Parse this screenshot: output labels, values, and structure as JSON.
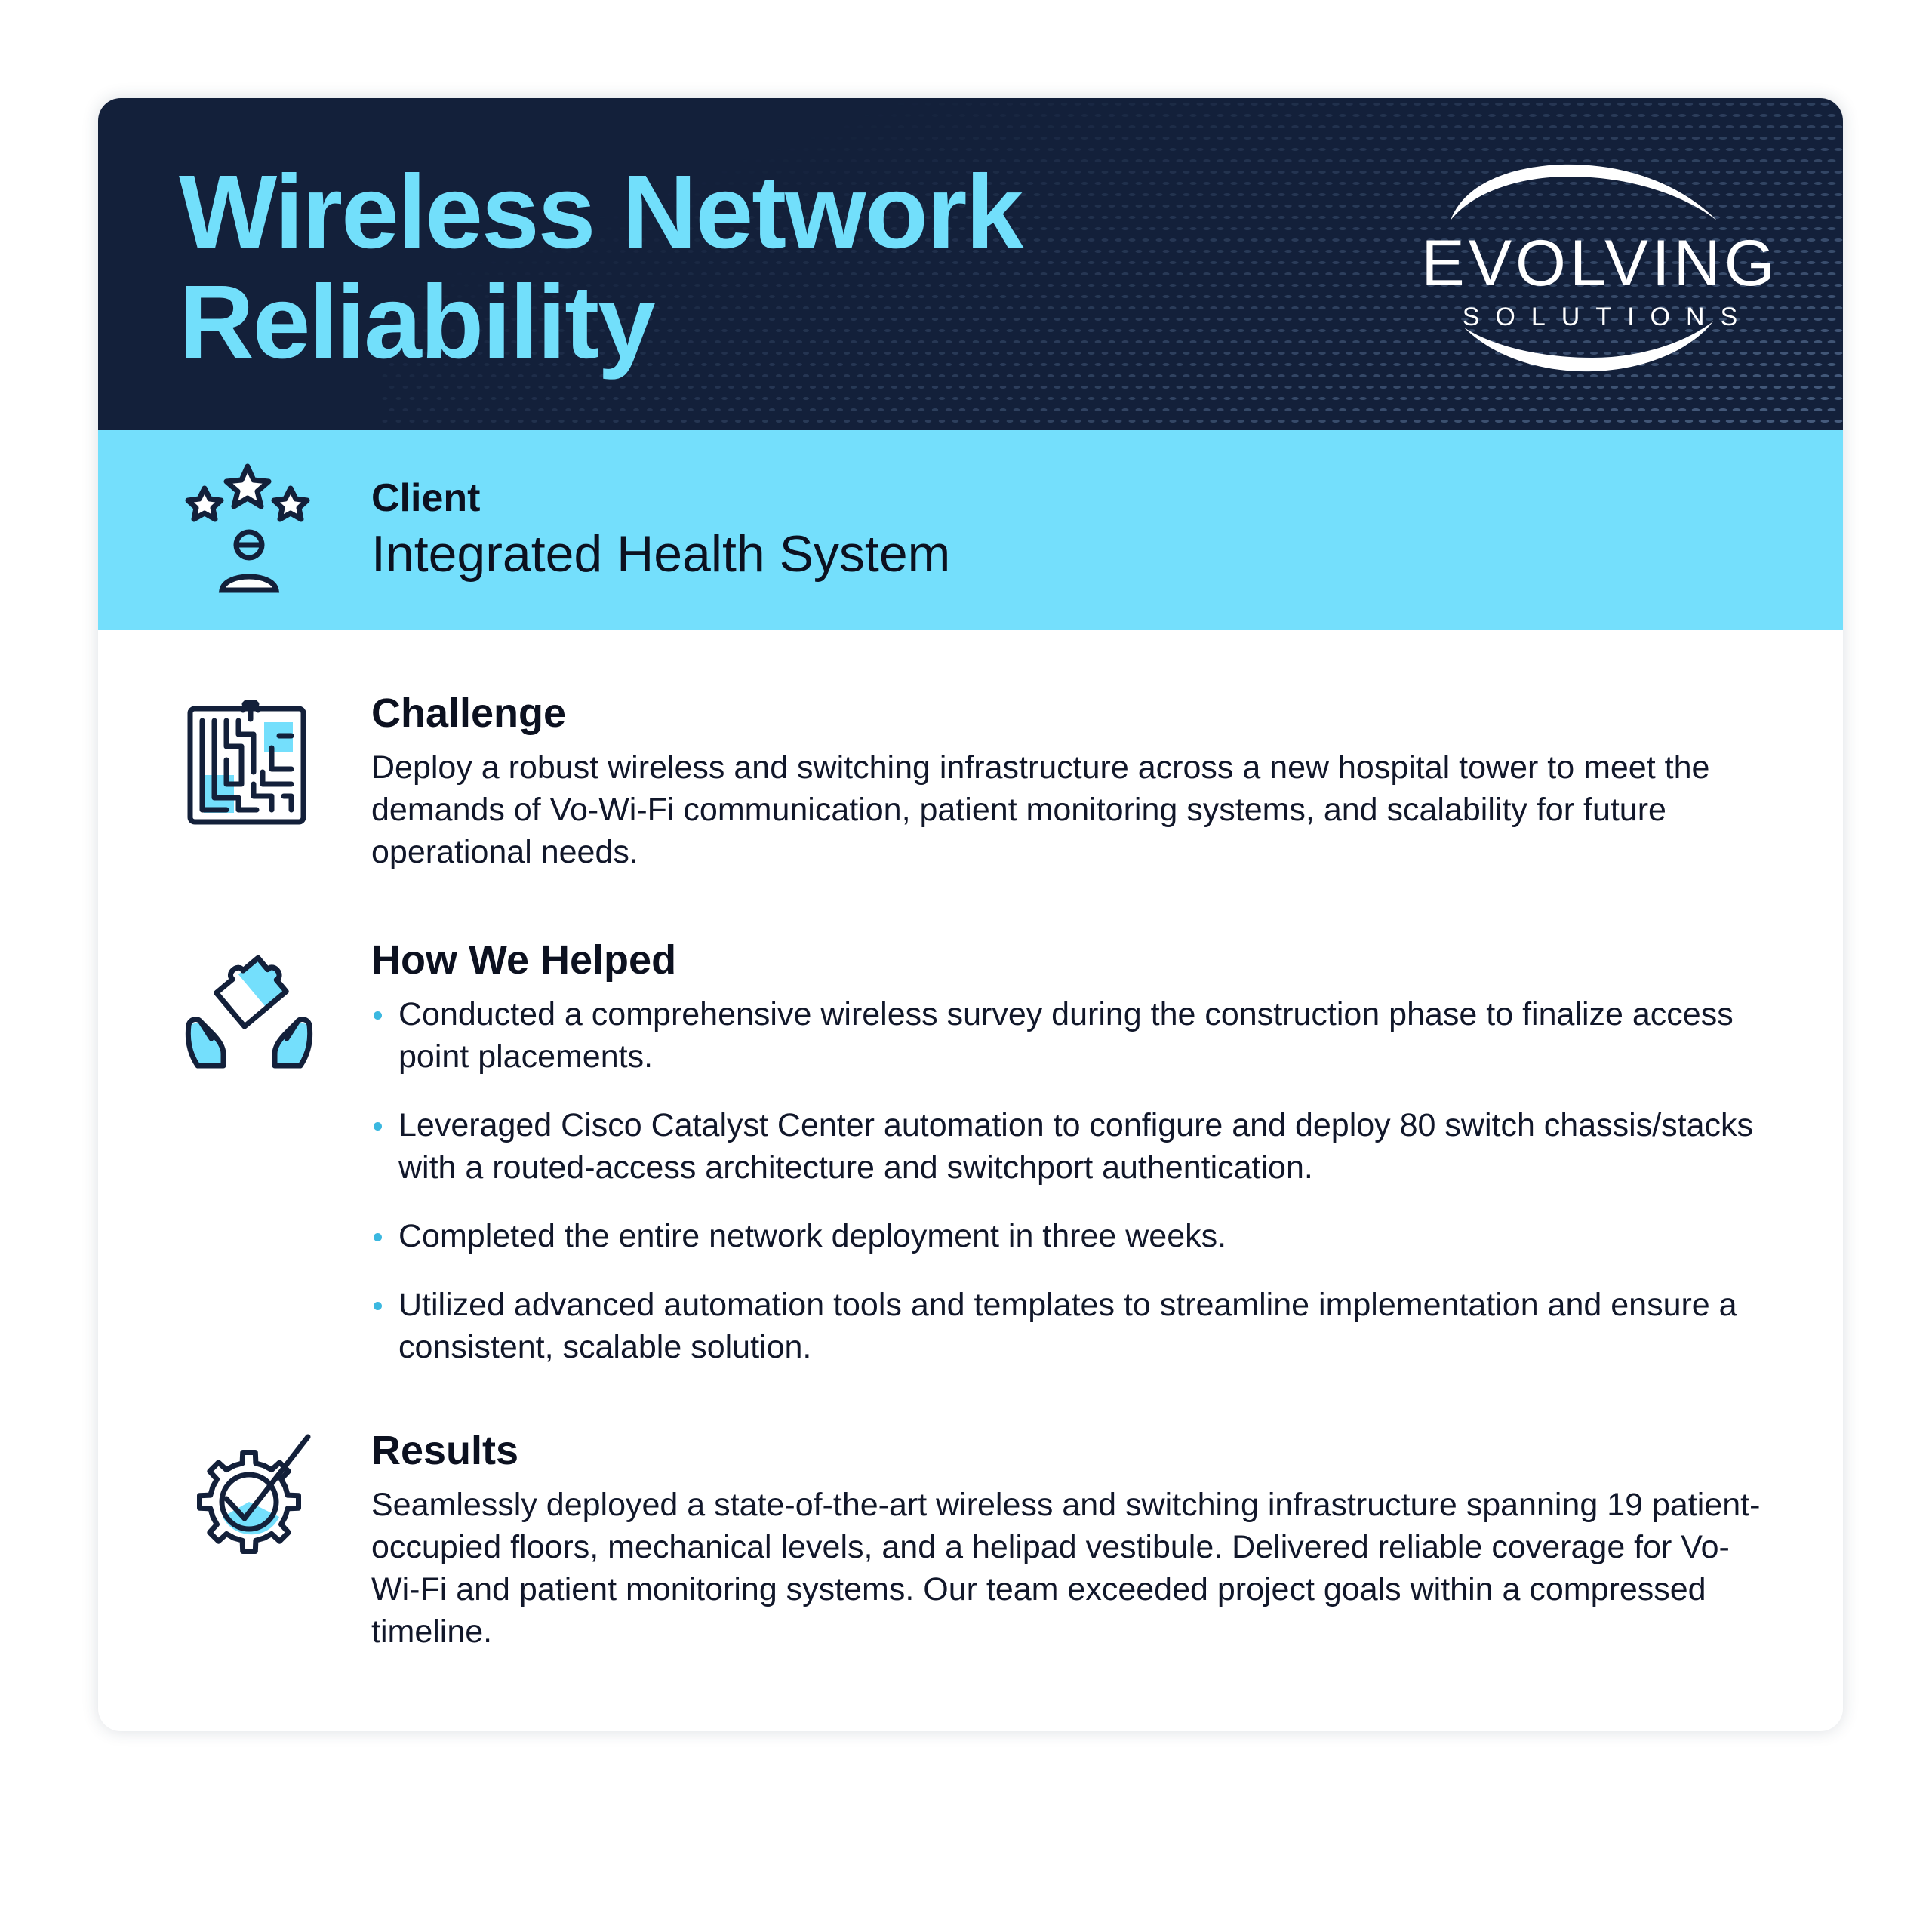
{
  "header": {
    "title_line1": "Wireless Network",
    "title_line2": "Reliability",
    "logo_word": "EVOLVING",
    "logo_sub": "SOLUTIONS"
  },
  "client": {
    "label": "Client",
    "name": "Integrated Health System",
    "icon": "customer-rating-icon"
  },
  "challenge": {
    "title": "Challenge",
    "body": "Deploy a robust wireless and switching infrastructure across a new hospital tower to meet the demands of Vo-Wi-Fi communication, patient monitoring systems, and scalability for future operational needs.",
    "icon": "maze-icon"
  },
  "how_we_helped": {
    "title": "How We Helped",
    "icon": "hands-puzzle-icon",
    "items": [
      "Conducted a comprehensive wireless survey during the construction phase to finalize access point placements.",
      "Leveraged Cisco Catalyst Center automation to configure and deploy 80 switch chassis/stacks with a routed-access architecture and switchport authentication.",
      "Completed the entire network deployment in three weeks.",
      "Utilized advanced automation tools and templates to streamline implementation and ensure a consistent, scalable solution."
    ]
  },
  "results": {
    "title": "Results",
    "body": "Seamlessly deployed a state-of-the-art wireless and switching infrastructure spanning 19 patient-occupied floors, mechanical levels, and a helipad vestibule. Delivered reliable coverage for Vo-Wi-Fi and patient monitoring systems. Our team exceeded project goals within a compressed timeline.",
    "icon": "gear-check-icon"
  },
  "colors": {
    "navy": "#13203a",
    "accent": "#74dffc",
    "title_cyan": "#72dffb",
    "bullet": "#3bb8e0",
    "text": "#11172a"
  }
}
